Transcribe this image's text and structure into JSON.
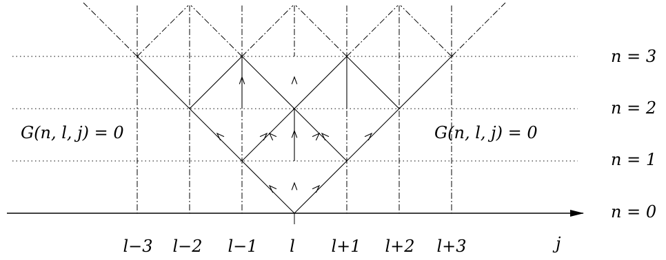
{
  "diagram": {
    "type": "lattice-diagram",
    "row_labels": [
      "n = 0",
      "n = 1",
      "n = 2",
      "n = 3"
    ],
    "column_labels": [
      "l−3",
      "l−2",
      "l−1",
      "l",
      "l+1",
      "l+2",
      "l+3"
    ],
    "axis_label": "j",
    "region_left_label": "G(n, l, j) = 0",
    "region_right_label": "G(n, l, j) = 0"
  }
}
